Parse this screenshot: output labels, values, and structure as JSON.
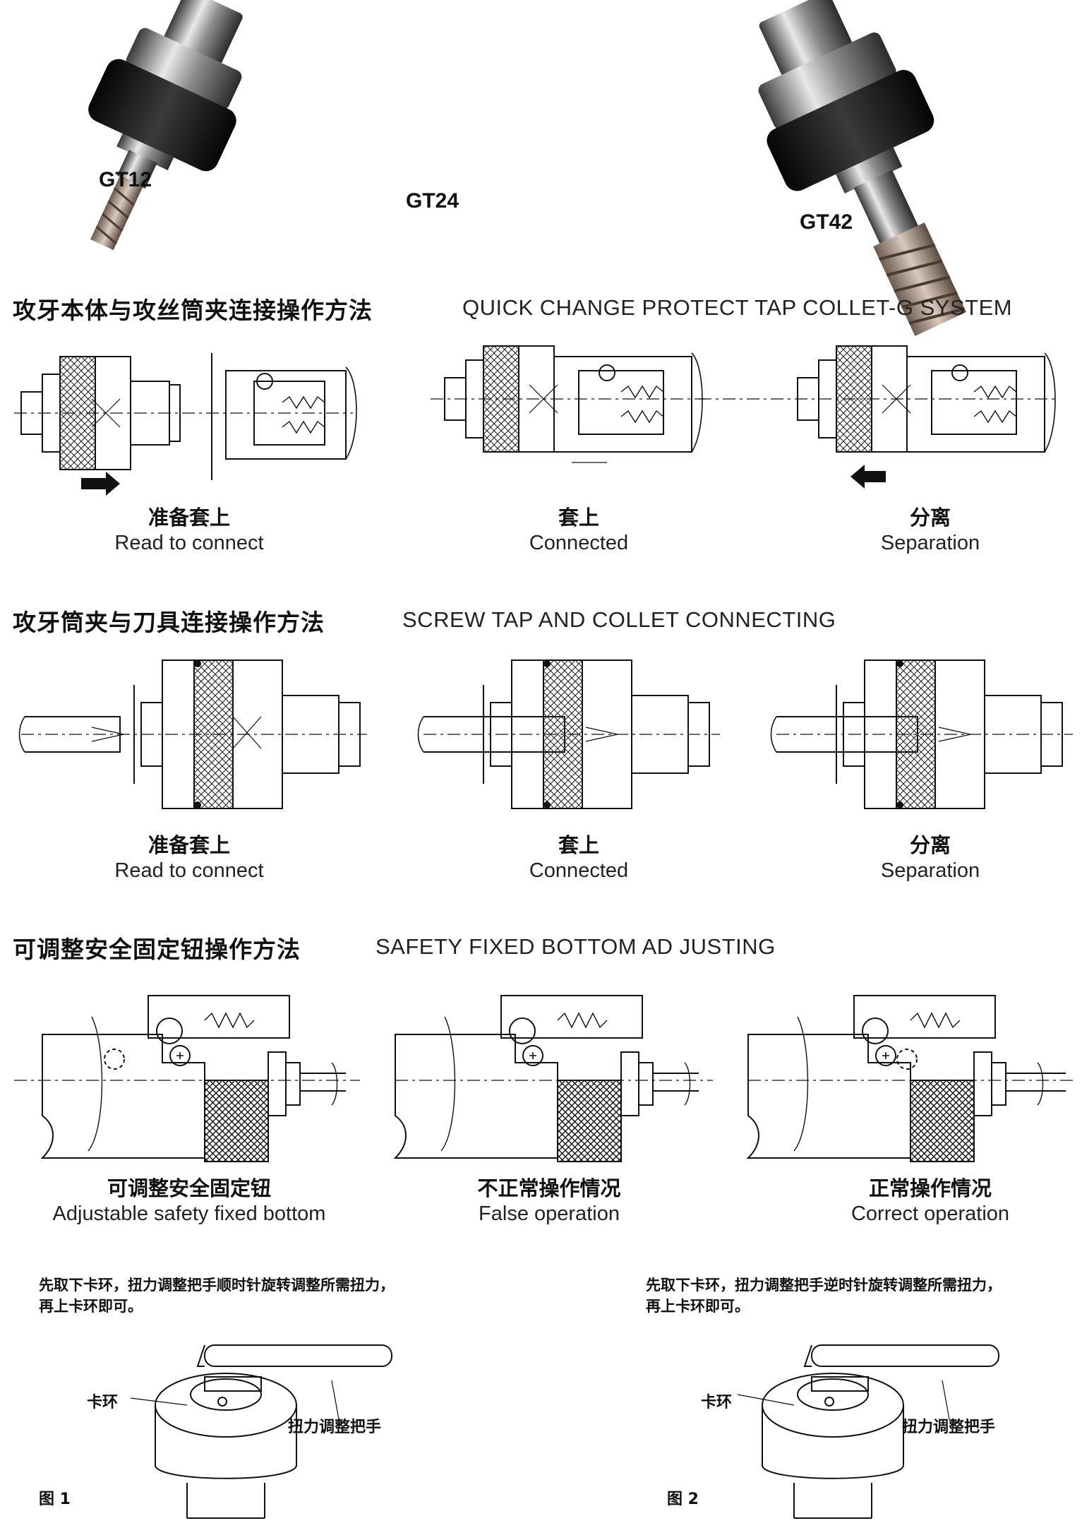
{
  "models": [
    "GT12",
    "GT24",
    "GT42"
  ],
  "sections": [
    {
      "title_cn": "攻牙本体与攻丝筒夹连接操作方法",
      "title_en": "QUICK CHANGE PROTECT TAP COLLET-G SYSTEM",
      "steps": [
        {
          "cn": "准备套上",
          "en": "Read to connect"
        },
        {
          "cn": "套上",
          "en": "Connected"
        },
        {
          "cn": "分离",
          "en": "Separation"
        }
      ]
    },
    {
      "title_cn": "攻牙筒夹与刀具连接操作方法",
      "title_en": "SCREW TAP AND COLLET CONNECTING",
      "steps": [
        {
          "cn": "准备套上",
          "en": "Read to connect"
        },
        {
          "cn": "套上",
          "en": "Connected"
        },
        {
          "cn": "分离",
          "en": "Separation"
        }
      ]
    },
    {
      "title_cn": "可调整安全固定钮操作方法",
      "title_en": "SAFETY FIXED BOTTOM AD JUSTING",
      "steps": [
        {
          "cn": "可调整安全固定钮",
          "en": "Adjustable safety fixed bottom"
        },
        {
          "cn": "不正常操作情况",
          "en": "False operation"
        },
        {
          "cn": "正常操作情况",
          "en": "Correct operation"
        }
      ]
    }
  ],
  "figures": [
    {
      "note_line1": "先取下卡环，扭力调整把手顺时针旋转调整所需扭力，",
      "note_line2": "再上卡环即可。",
      "label_ring": "卡环",
      "label_handle": "扭力调整把手",
      "caption": "图 1"
    },
    {
      "note_line1": "先取下卡环，扭力调整把手逆时针旋转调整所需扭力，",
      "note_line2": "再上卡环即可。",
      "label_ring": "卡环",
      "label_handle": "扭力调整把手",
      "caption": "图 2"
    }
  ]
}
